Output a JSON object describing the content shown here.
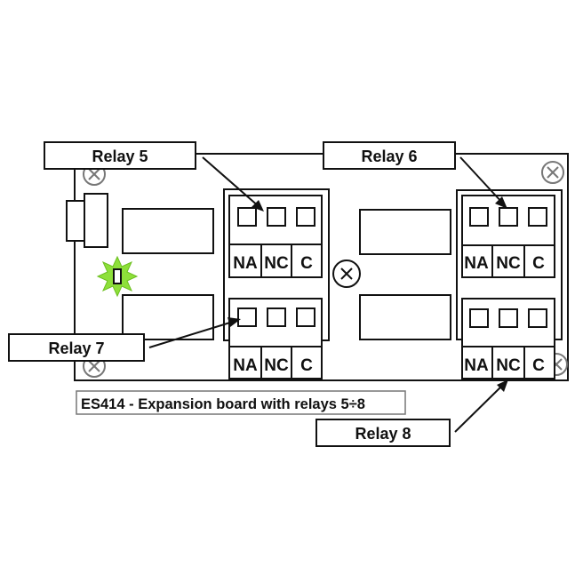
{
  "callouts": {
    "relay5": "Relay 5",
    "relay6": "Relay 6",
    "relay7": "Relay 7",
    "relay8": "Relay 8"
  },
  "terminals": {
    "na": "NA",
    "nc": "NC",
    "c": "C"
  },
  "caption": "ES414 - Expansion board with relays 5÷8",
  "colors": {
    "led": "#8ee03a",
    "stroke": "#111111"
  },
  "icons": [
    "mounting-screw-icon",
    "led-indicator-icon"
  ]
}
